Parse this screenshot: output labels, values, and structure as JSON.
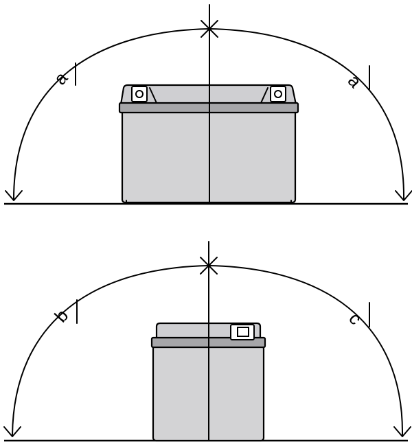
{
  "top_view": {
    "left_label": "a",
    "right_label": "a"
  },
  "bottom_view": {
    "left_label": "b",
    "right_label": "c"
  }
}
